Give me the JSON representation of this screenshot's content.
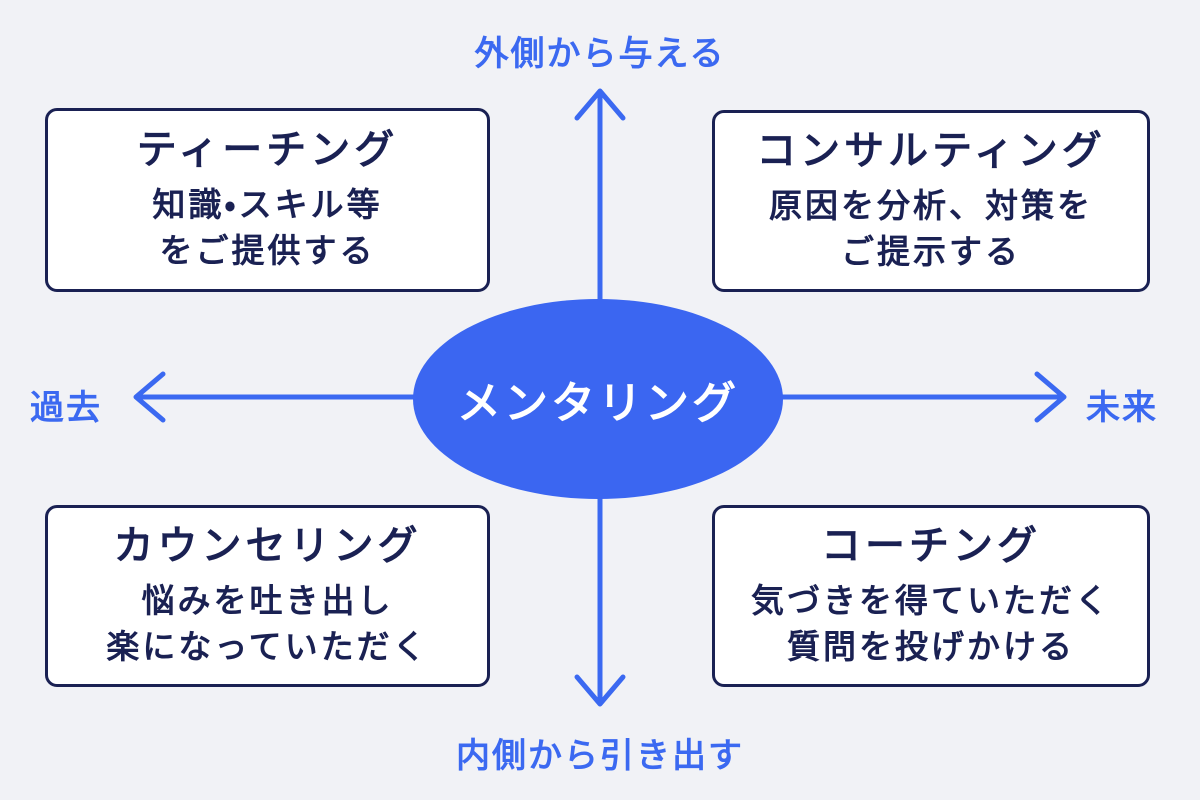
{
  "diagram": {
    "center": {
      "label": "メンタリング"
    },
    "axes": {
      "top_label": "外側から与える",
      "bottom_label": "内側から引き出す",
      "left_label": "過去",
      "right_label": "未来"
    },
    "quadrants": [
      {
        "position": "top-left",
        "title": "ティーチング",
        "line1": "知識・スキル等",
        "line2": "をご提供する"
      },
      {
        "position": "top-right",
        "title": "コンサルティング",
        "line1": "原因を分析、対策を",
        "line2": "ご提示する"
      },
      {
        "position": "bottom-left",
        "title": "カウンセリング",
        "line1": "悩みを吐き出し",
        "line2": "楽になっていただく"
      },
      {
        "position": "bottom-right",
        "title": "コーチング",
        "line1": "気づきを得ていただく",
        "line2": "質問を投げかける"
      }
    ],
    "colors": {
      "background": "#f1f2f6",
      "accent_blue": "#3b69f1",
      "ellipse_blue": "#3b66f1",
      "navy_text_border": "#1a2153",
      "box_background": "#ffffff",
      "center_text": "#ffffff"
    }
  }
}
